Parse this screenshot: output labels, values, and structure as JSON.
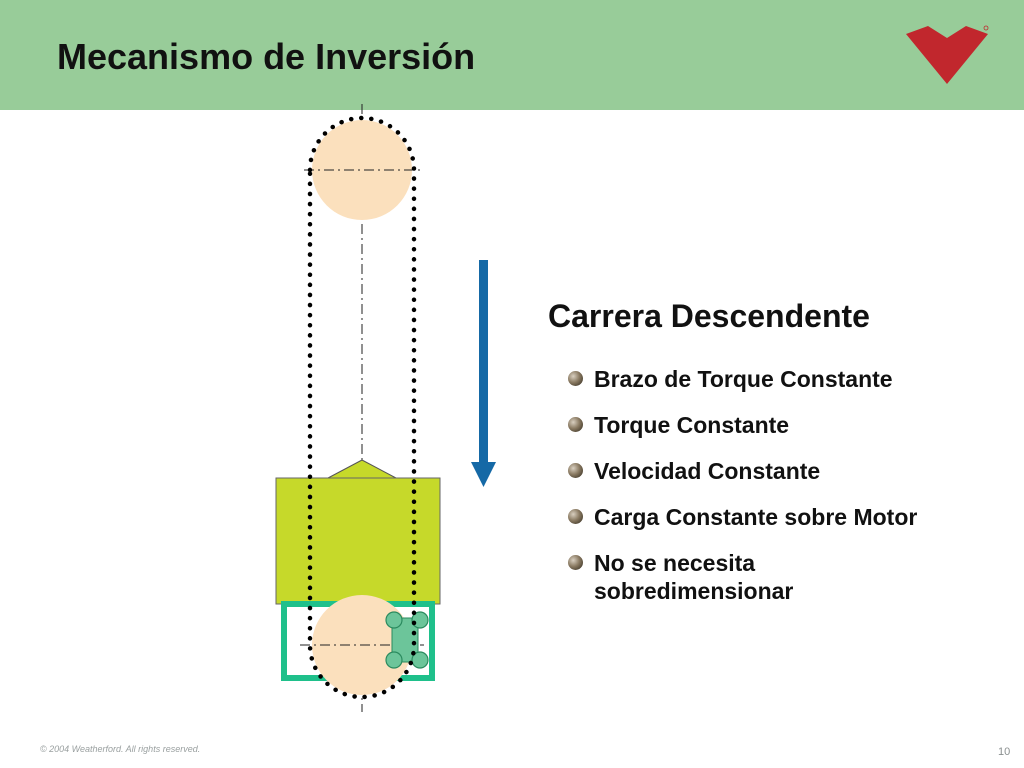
{
  "slide": {
    "title": "Mecanismo de Inversión",
    "subtitle": "Carrera Descendente",
    "bullets": [
      "Brazo de Torque Constante",
      "Torque Constante",
      "Velocidad Constante",
      "Carga Constante sobre Motor",
      "No se necesita sobredimensionar"
    ],
    "footer": "© 2004 Weatherford. All rights reserved.",
    "page_number": "10"
  },
  "colors": {
    "header_bg": "#98cc99",
    "sprocket_fill": "#fbe0bd",
    "counterweight": "#c6d92a",
    "frame": "#1fc08b",
    "arrow": "#1569a6",
    "logo": "#c1272d"
  }
}
